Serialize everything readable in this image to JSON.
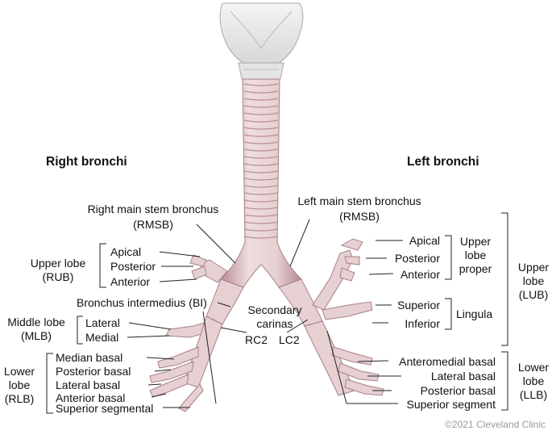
{
  "headers": {
    "right": "Right bronchi",
    "left": "Left bronchi"
  },
  "center": {
    "rmsb": "Right main stem bronchus (RMSB)",
    "lmsb": "Left main stem bronchus (RMSB)",
    "bi": "Bronchus intermedius (BI)",
    "secondary_carinas": "Secondary carinas",
    "rc2": "RC2",
    "lc2": "LC2"
  },
  "right": {
    "upper_lobe": "Upper lobe (RUB)",
    "upper_segments": [
      "Apical",
      "Posterior",
      "Anterior"
    ],
    "middle_lobe": "Middle lobe (MLB)",
    "middle_segments": [
      "Lateral",
      "Medial"
    ],
    "lower_lobe": "Lower lobe (RLB)",
    "lower_segments": [
      "Median basal",
      "Posterior basal",
      "Lateral basal",
      "Anterior basal",
      "Superior segmental"
    ]
  },
  "left": {
    "upper_lobe_proper": "Upper lobe proper",
    "upper_proper_segments": [
      "Apical",
      "Posterior",
      "Anterior"
    ],
    "lingula": "Lingula",
    "lingula_segments": [
      "Superior",
      "Inferior"
    ],
    "upper_lobe": "Upper lobe (LUB)",
    "lower_lobe": "Lower lobe (LLB)",
    "lower_segments": [
      "Anteromedial basal",
      "Lateral basal",
      "Posterior basal",
      "Superior segment"
    ]
  },
  "colors": {
    "airway": "#e8d6d6",
    "airway_shade": "#c9a9ad",
    "cartilage": "#ececec",
    "line": "#222222"
  },
  "copyright": "©2021 Cleveland Clinic"
}
